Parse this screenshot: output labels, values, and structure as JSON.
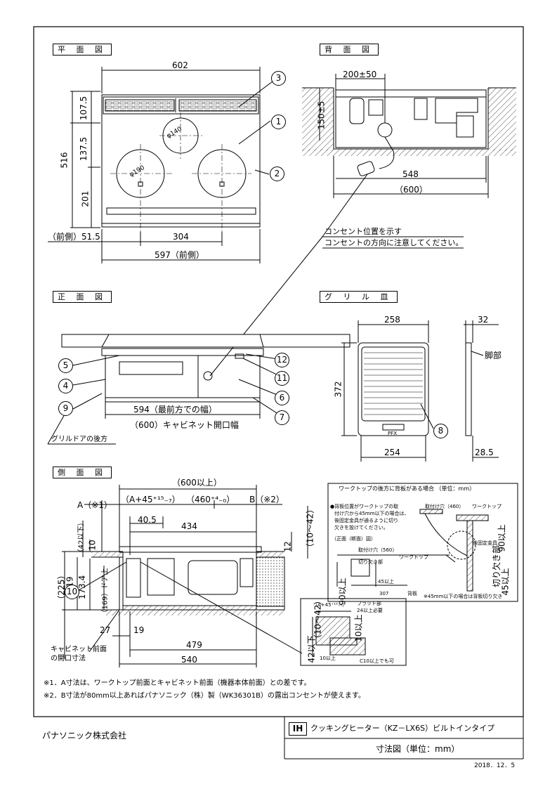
{
  "views": {
    "plan": "平 面 図",
    "rear": "背 面 図",
    "front": "正 面 図",
    "grill": "グ リ ル 皿",
    "side": "側 面 図"
  },
  "plan_dims": {
    "width_top": "602",
    "d107": "107.5",
    "d516": "516",
    "d137": "137.5",
    "d201": "201",
    "phi140": "φ140",
    "phi190": "φ190",
    "front_51": "（前側）51.5",
    "d304": "304",
    "d597": "597（前側）"
  },
  "rear_dims": {
    "d200": "200±50",
    "d150": "150±5",
    "d548": "548",
    "d600": "（600）"
  },
  "outlet_note": {
    "line1": "コンセント位置を示す",
    "line2": "コンセントの方向に注意してください。"
  },
  "front_dims": {
    "d594": "594（最前方での幅）",
    "d600": "（600）キャビネット開口幅",
    "grill_door": "グリルドアの後方"
  },
  "grill_dims": {
    "d258": "258",
    "d32": "32",
    "d372": "372",
    "d254": "254",
    "d285": "28.5",
    "foot": "脚部",
    "maker": "PFX"
  },
  "side_dims": {
    "d600up": "（600以上）",
    "a_label": "A（※1）",
    "a45": "（A+45⁺¹⁵₋₇）",
    "d460": "（460⁺⁴₋₀）",
    "b_label": "B（※2）",
    "d405": "40.5",
    "d434": "434",
    "d42": "（42以下）",
    "d10": "10",
    "d12": "12",
    "d10_42": "（10～42）",
    "d225": "（225）",
    "d219": "219",
    "d1734": "173.4",
    "d169": "（169）ドア上",
    "d27": "27",
    "d19": "19",
    "d479": "479",
    "d540": "540",
    "cab_front1": "キャビネット前面",
    "cab_front2": "の開口寸法"
  },
  "worktop_box": {
    "title": "ワークトップの後方に背板がある場合 （単位：mm）",
    "n1": "●背板位置がワークトップの取",
    "n2": "付け穴から45mm以下の場合は、",
    "n3": "後固定金具が通るように切り",
    "n4": "欠きを設けてください。",
    "sect": "（正面（断面）図）",
    "hole560": "取付け穴（560）",
    "worktop": "ワークトップ",
    "cut": "切り欠き部",
    "d45": "45以上",
    "d307": "307",
    "d90": "90以上",
    "back": "背板",
    "hole460": "取付け穴（460）",
    "worktop2": "ワークトップ",
    "fixture": "後固定金具",
    "d90b": "90以上",
    "cut2": "切り欠き部",
    "d45b": "45以上",
    "footnote": "※45mm以下の場合は背板切り欠き"
  },
  "detail": {
    "a45": "（A+45⁺¹⁵₋₇）",
    "flat": "フラット部",
    "flat2": "24以上必要",
    "d1042": "（10～42）",
    "d10": "10以上",
    "d42": "42以下",
    "d10b": "10以上",
    "c10": "C10以上でも可"
  },
  "parts": [
    "1",
    "2",
    "3",
    "4",
    "5",
    "6",
    "7",
    "8",
    "9",
    "10",
    "11",
    "12"
  ],
  "notes": {
    "n1": "※1．A寸法は、ワークトップ前面とキャビネット前面（機器本体前面）との差です。",
    "n2": "※2．B寸法が80mm以上あればパナソニック（株）製（WK36301B）の露出コンセントが使えます。"
  },
  "title_block": {
    "company": "パナソニック株式会社",
    "ih": "IH",
    "product": "クッキングヒーター（KZ－LX6S）ビルトインタイプ",
    "drawing": "寸法図（単位：mm）",
    "date": "2018．12．5"
  }
}
